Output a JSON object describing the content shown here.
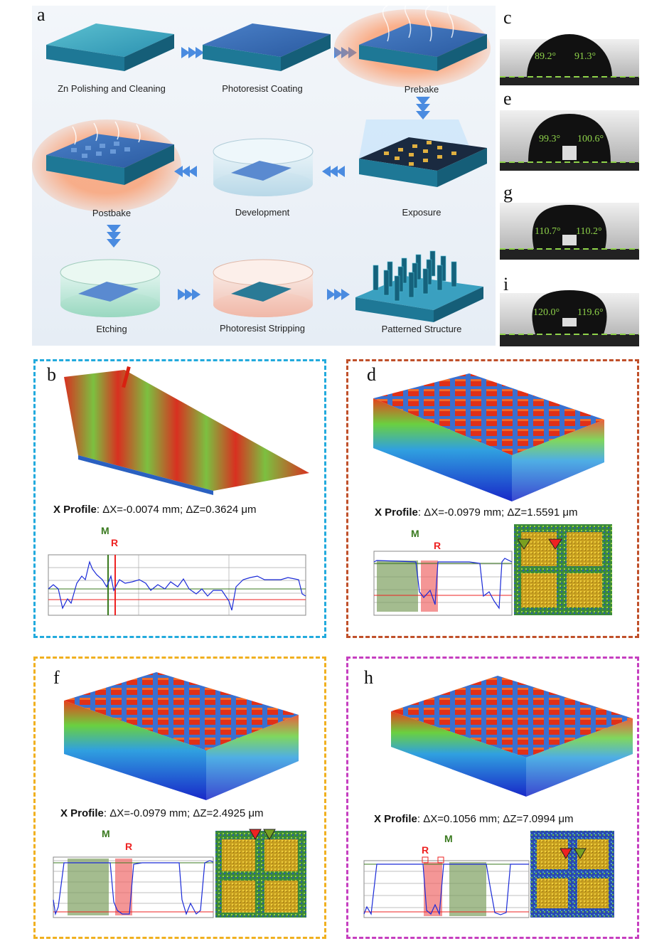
{
  "panel_a": {
    "letter": "a",
    "steps": [
      {
        "label": "Zn Polishing and Cleaning"
      },
      {
        "label": "Photoresist Coating"
      },
      {
        "label": "Prebake"
      },
      {
        "label": "Postbake"
      },
      {
        "label": "Development"
      },
      {
        "label": "Exposure"
      },
      {
        "label": "Etching"
      },
      {
        "label": "Photoresist Stripping"
      },
      {
        "label": "Patterned Structure"
      }
    ]
  },
  "contact_angles": [
    {
      "letter": "c",
      "left": "89.2°",
      "right": "91.3°"
    },
    {
      "letter": "e",
      "left": "99.3°",
      "right": "100.6°"
    },
    {
      "letter": "g",
      "left": "110.7°",
      "right": "110.2°"
    },
    {
      "letter": "i",
      "left": "120.0°",
      "right": "119.6°"
    }
  ],
  "profiles": [
    {
      "letter": "b",
      "title": "X Profile",
      "params": ": ΔX=-0.0074 mm; ΔZ=0.3624 μm",
      "m": "M",
      "r": "R",
      "color": "#22aadd"
    },
    {
      "letter": "d",
      "title": "X Profile",
      "params": ": ΔX=-0.0979 mm; ΔZ=1.5591 μm",
      "m": "M",
      "r": "R",
      "color": "#c0502a"
    },
    {
      "letter": "f",
      "title": "X Profile",
      "params": ": ΔX=-0.0979 mm; ΔZ=2.4925 μm",
      "m": "M",
      "r": "R",
      "color": "#f0b020"
    },
    {
      "letter": "h",
      "title": "X Profile",
      "params": ": ΔX=0.1056 mm; ΔZ=7.0994 μm",
      "m": "M",
      "r": "R",
      "color": "#c63fc0"
    }
  ]
}
